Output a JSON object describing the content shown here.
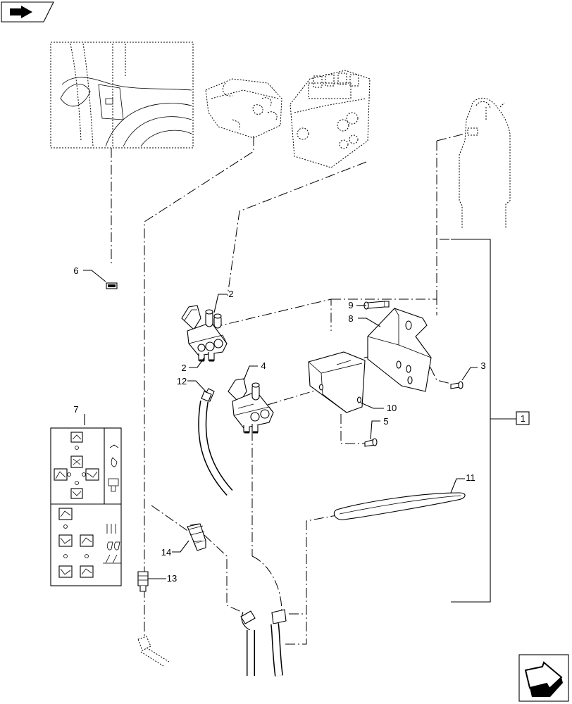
{
  "callouts": {
    "c1": "1",
    "c2a": "2",
    "c2b": "2",
    "c3": "3",
    "c4": "4",
    "c5": "5",
    "c6": "6",
    "c7": "7",
    "c8": "8",
    "c9": "9",
    "c10": "10",
    "c11": "11",
    "c12": "12",
    "c13": "13",
    "c14": "14"
  },
  "icons": {
    "top_nav": "book-page-icon",
    "bottom_nav": "next-page-arrow-icon"
  }
}
